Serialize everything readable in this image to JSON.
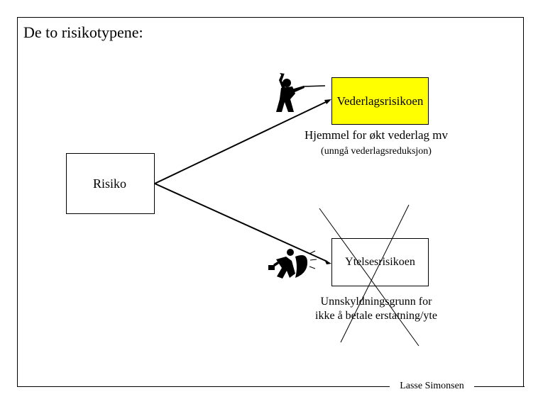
{
  "title": "De to risikotypene:",
  "root": {
    "label": "Risiko"
  },
  "vederlag": {
    "label": "Vederlagsrisikoen",
    "fill_color": "#ffff00",
    "description": "Hjemmel for økt vederlag mv",
    "sub_description": "(unngå vederlagsreduksjon)",
    "figure_icon": "fencer-attacking-icon"
  },
  "ytelse": {
    "label": "Ytelsesrisikoen",
    "description_line1": "Unnskyldningsgrunn for",
    "description_line2": "ikke å betale erstatning/yte",
    "crossed_out": true,
    "figure_icon": "defender-with-shield-icon"
  },
  "footer": {
    "author": "Lasse Simonsen"
  }
}
